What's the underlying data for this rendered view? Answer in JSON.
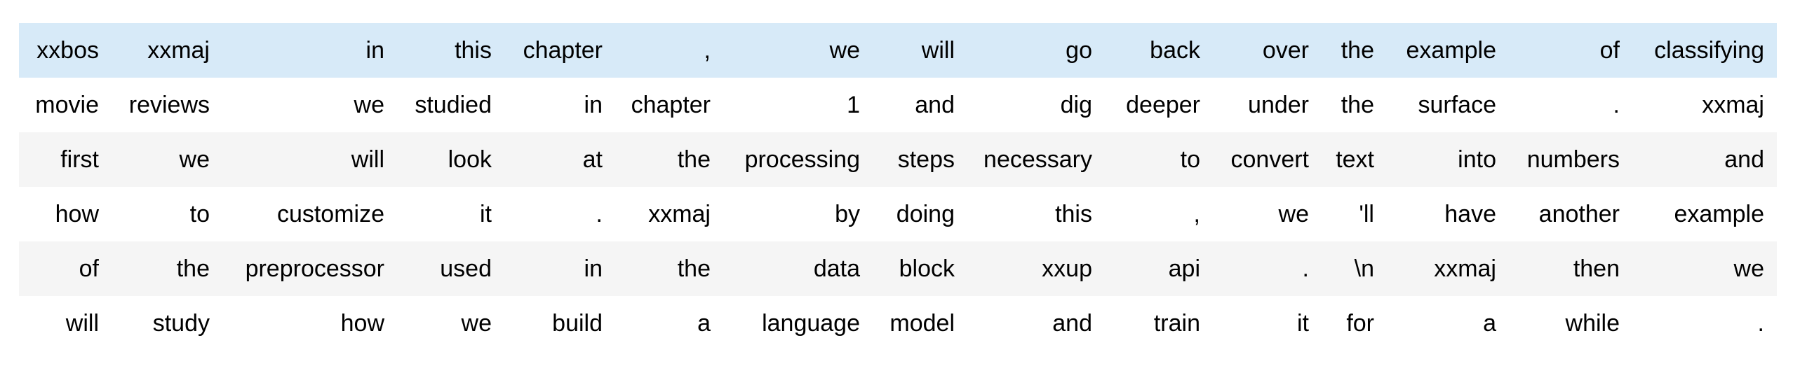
{
  "page": {
    "background": "#ffffff"
  },
  "table": {
    "description_name": "tokenized-text-dataframe",
    "colors": {
      "highlight_row_bg": "#d7eaf8",
      "stripe_row_bg": "#f5f5f5",
      "plain_row_bg": "#ffffff",
      "text": "#000000"
    },
    "rows": [
      {
        "bg": "highlight",
        "tokens": [
          "xxbos",
          "xxmaj",
          "in",
          "this",
          "chapter",
          ",",
          "we",
          "will",
          "go",
          "back",
          "over",
          "the",
          "example",
          "of",
          "classifying"
        ]
      },
      {
        "bg": "plain",
        "tokens": [
          "movie",
          "reviews",
          "we",
          "studied",
          "in",
          "chapter",
          "1",
          "and",
          "dig",
          "deeper",
          "under",
          "the",
          "surface",
          ".",
          "xxmaj"
        ]
      },
      {
        "bg": "stripe",
        "tokens": [
          "first",
          "we",
          "will",
          "look",
          "at",
          "the",
          "processing",
          "steps",
          "necessary",
          "to",
          "convert",
          "text",
          "into",
          "numbers",
          "and"
        ]
      },
      {
        "bg": "plain",
        "tokens": [
          "how",
          "to",
          "customize",
          "it",
          ".",
          "xxmaj",
          "by",
          "doing",
          "this",
          ",",
          "we",
          "'ll",
          "have",
          "another",
          "example"
        ]
      },
      {
        "bg": "stripe",
        "tokens": [
          "of",
          "the",
          "preprocessor",
          "used",
          "in",
          "the",
          "data",
          "block",
          "xxup",
          "api",
          ".",
          "\\n",
          "xxmaj",
          "then",
          "we"
        ]
      },
      {
        "bg": "plain",
        "tokens": [
          "will",
          "study",
          "how",
          "we",
          "build",
          "a",
          "language",
          "model",
          "and",
          "train",
          "it",
          "for",
          "a",
          "while",
          "."
        ]
      }
    ]
  }
}
